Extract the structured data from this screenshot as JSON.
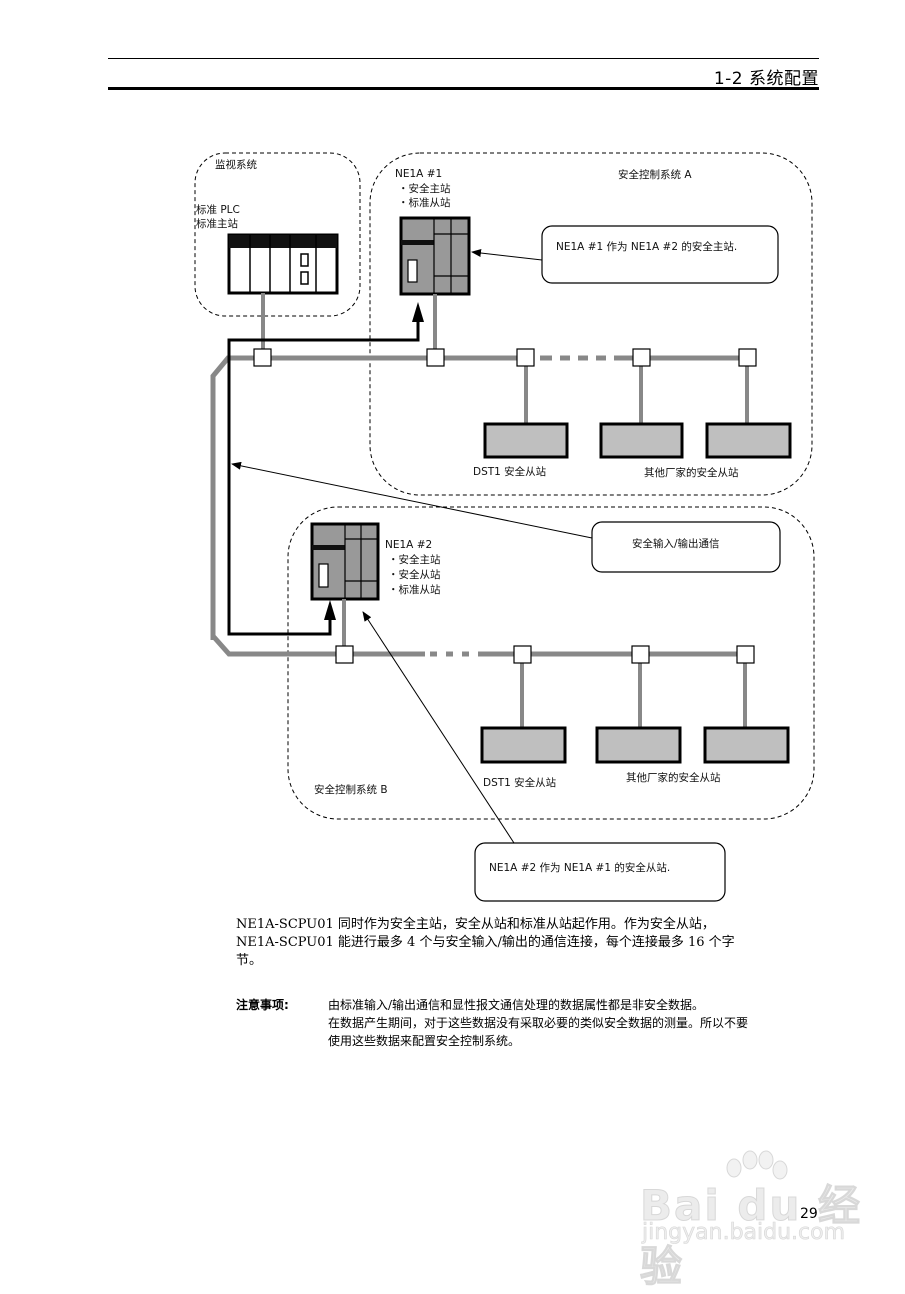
{
  "header": {
    "section_title": "1-2  系统配置"
  },
  "diagram": {
    "monitoring_system": {
      "title": "监视系统",
      "plc_label_1": "标准  PLC",
      "plc_label_2": "标准主站"
    },
    "system_a": {
      "title": "安全控制系统  A",
      "ne1a_1": {
        "name": "NE1A #1",
        "roles": [
          "・安全主站",
          "・标准从站"
        ]
      },
      "slaves": {
        "dst1_label": "DST1  安全从站",
        "other_label": "其他厂家的安全从站"
      }
    },
    "system_b": {
      "title": "安全控制系统  B",
      "ne1a_2": {
        "name": "NE1A #2",
        "roles": [
          "・安全主站",
          "・安全从站",
          "・标准从站"
        ]
      },
      "slaves": {
        "dst1_label": "DST1  安全从站",
        "other_label": "其他厂家的安全从站"
      }
    },
    "callouts": {
      "master": "NE1A #1  作为  NE1A #2 的安全主站.",
      "io_comm": "安全输入/输出通信",
      "slave": "NE1A #2  作为  NE1A #1 的安全从站."
    }
  },
  "body": {
    "paragraph_lines": [
      "NE1A-SCPU01 同时作为安全主站，安全从站和标准从站起作用。作为安全从站，",
      "NE1A-SCPU01 能进行最多 4 个与安全输入/输出的通信连接，每个连接最多 16 个字",
      "节。"
    ],
    "note_label": "注意事项:",
    "note_lines": [
      "由标准输入/输出通信和显性报文通信处理的数据属性都是非安全数据。",
      "在数据产生期间，对于这些数据没有采取必要的类似安全数据的测量。所以不要",
      "使用这些数据来配置安全控制系统。"
    ]
  },
  "watermark": {
    "brand": "Bai du 经验",
    "url": "jingyan.baidu.com"
  },
  "footer": {
    "page_number": "29"
  }
}
